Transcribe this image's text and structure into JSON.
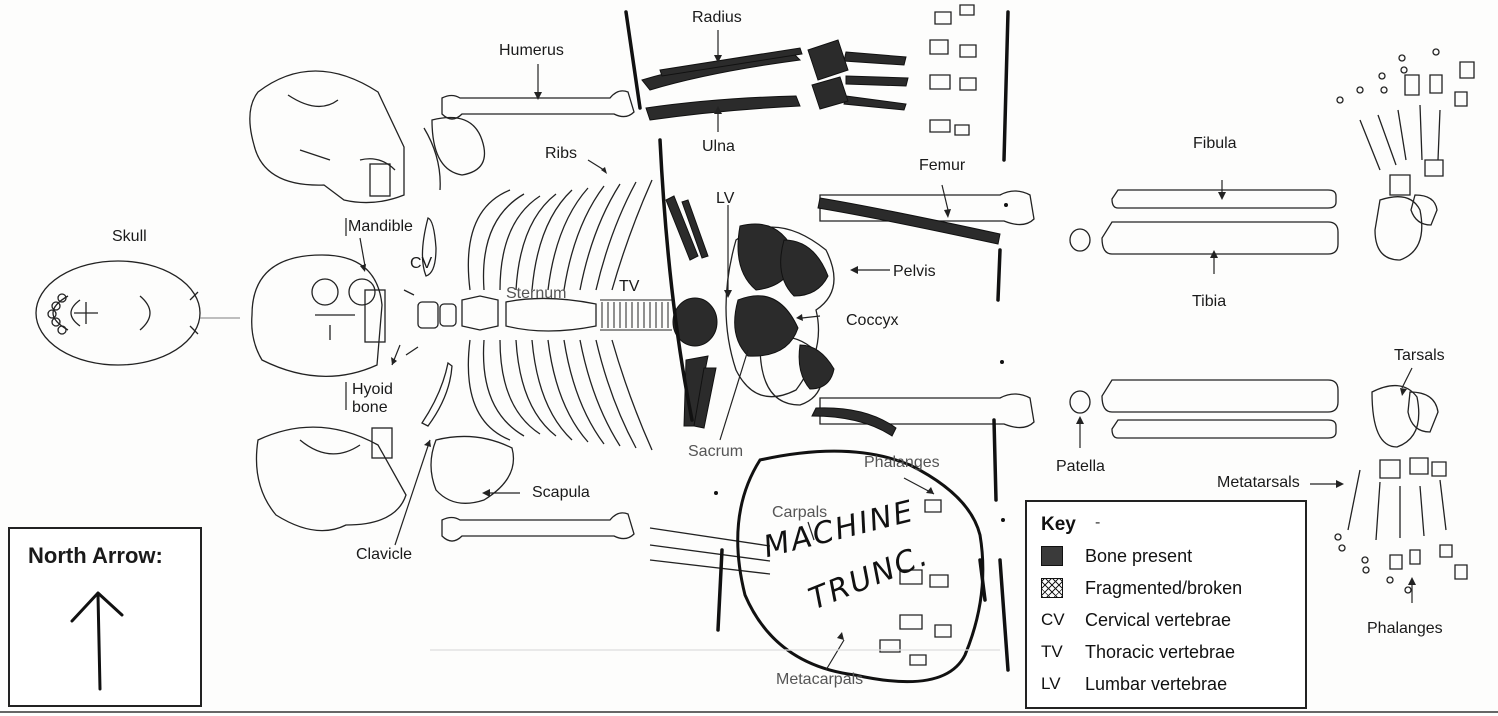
{
  "labels": {
    "skull": "Skull",
    "mandible": "Mandible",
    "cv": "CV",
    "hyoid": "Hyoid bone",
    "clavicle": "Clavicle",
    "humerus": "Humerus",
    "radius": "Radius",
    "ulna": "Ulna",
    "ribs": "Ribs",
    "sternum": "Sternum",
    "tv": "TV",
    "lv": "LV",
    "scapula": "Scapula",
    "sacrum": "Sacrum",
    "carpals": "Carpals",
    "phalanges_hand": "Phalanges",
    "metacarpals": "Metacarpals",
    "femur": "Femur",
    "pelvis": "Pelvis",
    "coccyx": "Coccyx",
    "fibula": "Fibula",
    "tibia": "Tibia",
    "patella": "Patella",
    "tarsals": "Tarsals",
    "metatarsals": "Metatarsals",
    "phalanges_foot": "Phalanges"
  },
  "north": {
    "title": "North Arrow:",
    "icon": "up-arrow-icon"
  },
  "key": {
    "title": "Key",
    "dash": "-",
    "rows": [
      {
        "symbol": "",
        "swatch": "present",
        "text": "Bone present"
      },
      {
        "symbol": "",
        "swatch": "fragmented",
        "text": "Fragmented/broken"
      },
      {
        "symbol": "CV",
        "swatch": "",
        "text": "Cervical vertebrae"
      },
      {
        "symbol": "TV",
        "swatch": "",
        "text": "Thoracic vertebrae"
      },
      {
        "symbol": "LV",
        "swatch": "",
        "text": "Lumbar vertebrae"
      }
    ]
  },
  "annotation": {
    "line1": "MACHINE",
    "line2": "TRUNC."
  },
  "colors": {
    "ink": "#1a1a1a",
    "bone_present": "#2b2b2b",
    "paper": "#fdfdfc"
  }
}
